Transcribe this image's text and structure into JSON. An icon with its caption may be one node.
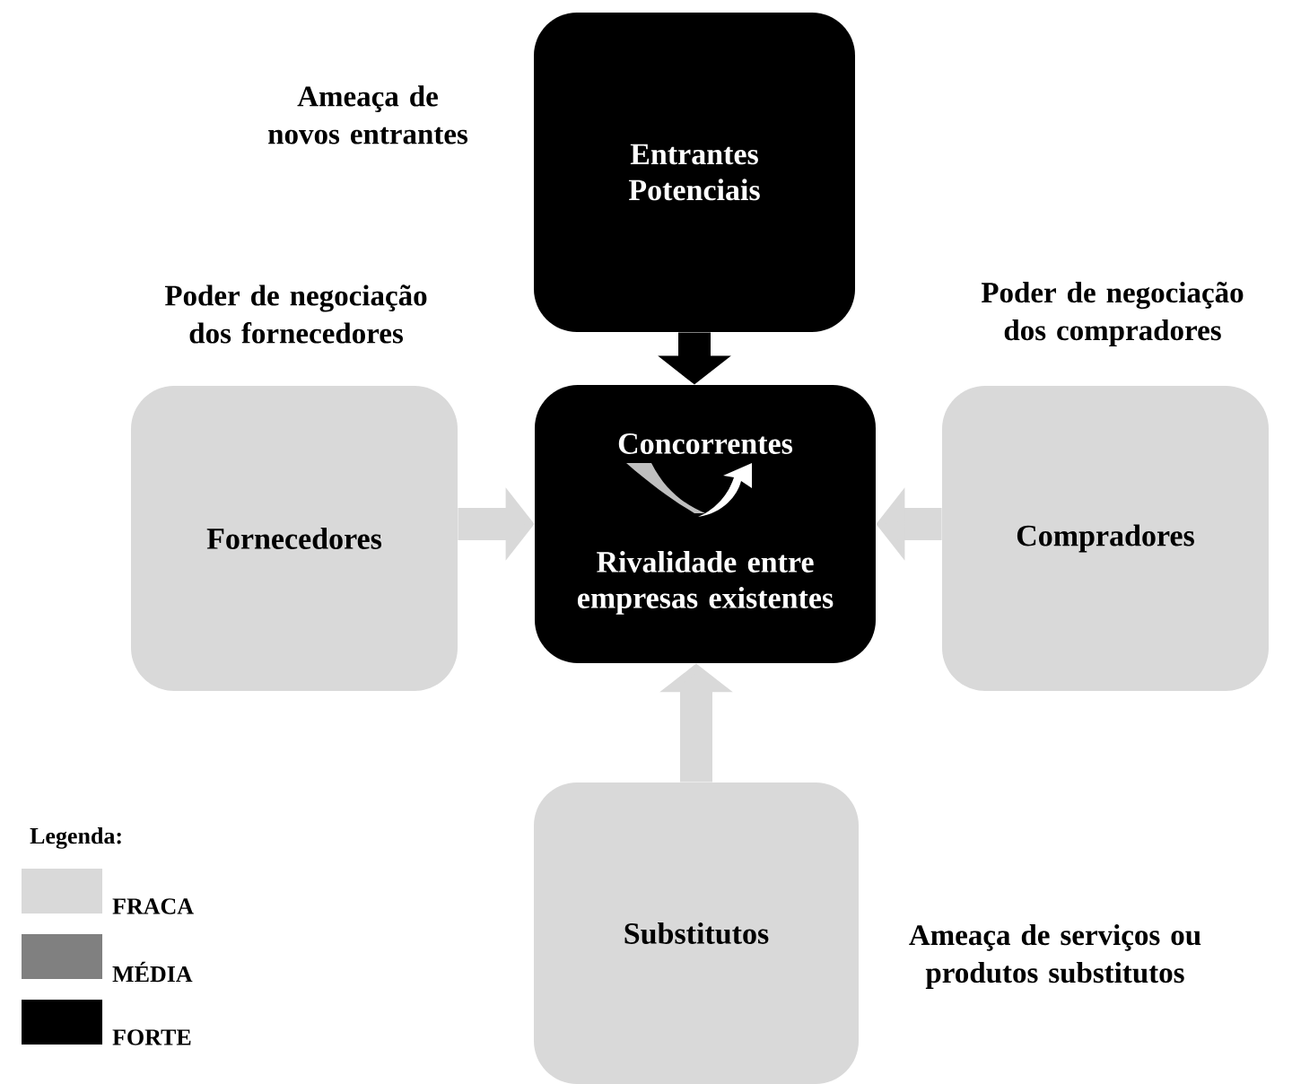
{
  "diagram": {
    "nodes": [
      {
        "text": [
          "Entrantes Potenciais"
        ],
        "beside": [
          "Ameaça de novos entrantes"
        ]
      },
      {
        "text": [
          "Fornecedores"
        ],
        "beside": [
          "Poder de negociação dos fornecedores"
        ]
      },
      {
        "text": [
          "Concorrentes",
          "Rivalidade entre empresas existentes"
        ]
      },
      {
        "text": [
          "Compradores"
        ],
        "beside": [
          "Poder de negociação dos compradores"
        ]
      },
      {
        "text": [
          "Substitutos"
        ],
        "beside": [
          "Ameaça de serviços ou produtos substitutos"
        ]
      }
    ],
    "edges": [
      {
        "from": 0,
        "to": 2,
        "arrow": "to",
        "color": "#000000"
      },
      {
        "from": 1,
        "to": 2,
        "arrow": "to"
      },
      {
        "from": 3,
        "to": 2,
        "arrow": "to"
      },
      {
        "from": 4,
        "to": 2,
        "arrow": "to"
      }
    ],
    "labels": [
      "Legenda:"
    ],
    "legend": [
      {
        "text": "FRACA",
        "color": "#d9d9d9"
      },
      {
        "text": "MÉDIA",
        "color": "#808080"
      },
      {
        "text": "FORTE",
        "color": "#000000"
      }
    ]
  }
}
